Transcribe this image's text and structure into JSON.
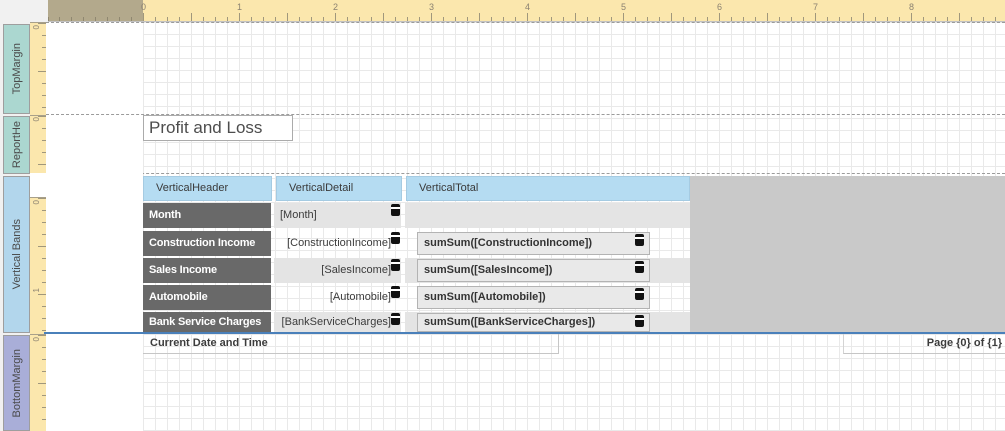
{
  "horizontal_ruler": {
    "numbers": [
      "0",
      "1",
      "2",
      "3",
      "4",
      "5",
      "6",
      "7",
      "8"
    ]
  },
  "vertical_rulers": {
    "top_margin_zero": "0",
    "report_header_zero": "0",
    "vertical_bands_zero": "0",
    "vertical_bands_one": "1",
    "bottom_margin_zero": "0"
  },
  "bands": {
    "top_margin": "TopMargin",
    "report_header": "ReportHe",
    "vertical_bands": "Vertical Bands",
    "bottom_margin": "BottomMargin"
  },
  "report_header": {
    "title": "Profit and Loss"
  },
  "vertical_band_table": {
    "captions": [
      "VerticalHeader",
      "VerticalDetail",
      "VerticalTotal"
    ],
    "rows": [
      {
        "header": "Month",
        "detail": "[Month]",
        "total": ""
      },
      {
        "header": "Construction Income",
        "detail": "[ConstructionIncome]",
        "total": "sumSum([ConstructionIncome])"
      },
      {
        "header": "Sales Income",
        "detail": "[SalesIncome]",
        "total": "sumSum([SalesIncome])"
      },
      {
        "header": "Automobile",
        "detail": "[Automobile]",
        "total": "sumSum([Automobile])"
      },
      {
        "header": "Bank Service Charges",
        "detail": "[BankServiceCharges]",
        "total": "sumSum([BankServiceCharges])"
      }
    ]
  },
  "bottom_margin_controls": {
    "left": "Current Date and Time",
    "right": "Page {0} of {1}"
  },
  "colors": {
    "ruler_yellow": "#fbe7ad",
    "ruler_margin_brown": "#b3a98c",
    "band_teal": "#abd7d0",
    "band_blue": "#b2d6ec",
    "band_purple": "#a9aed8",
    "caption_blue": "#b5dcf2",
    "row_header_gray": "#696969",
    "cell_gray": "#e4e4e4",
    "outside_gray": "#c9c9c9",
    "splitter_blue": "#4a80ba"
  }
}
